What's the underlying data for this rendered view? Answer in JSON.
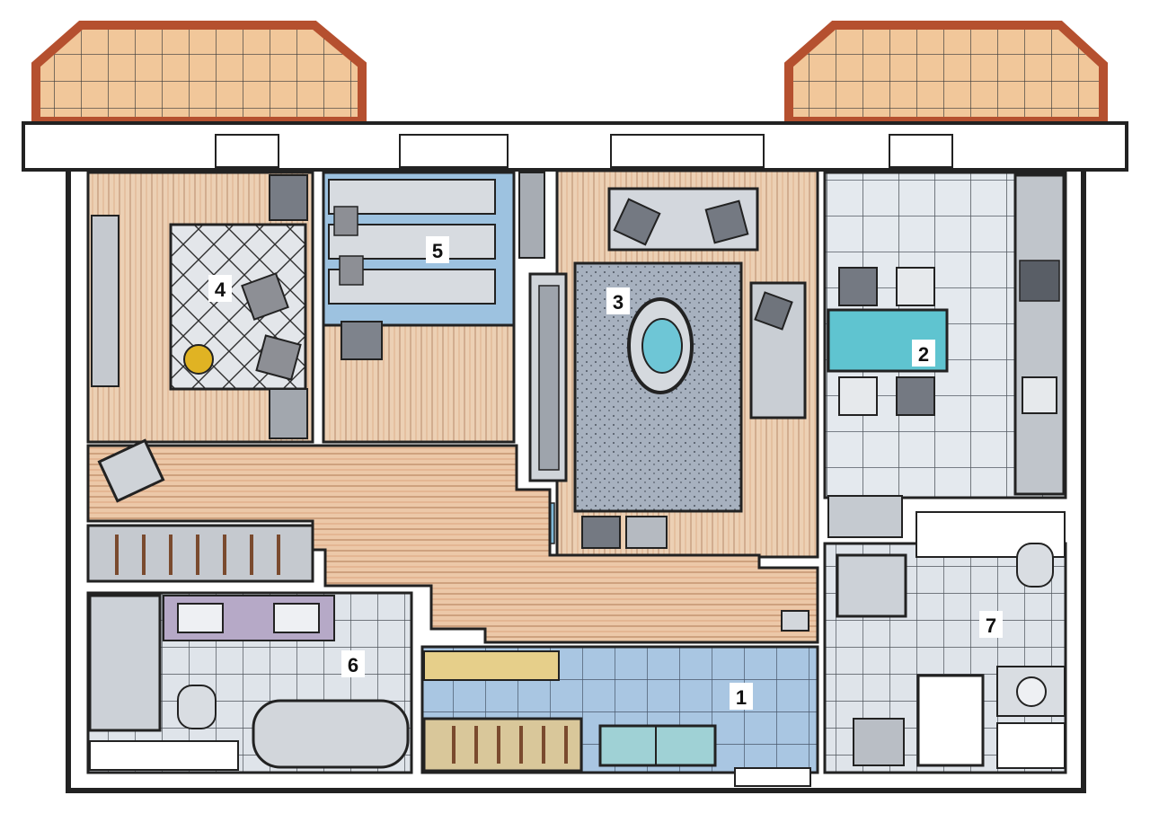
{
  "colors": {
    "wall": "#222222",
    "wood": "#e9c3a0",
    "wood_dark": "#c9764f",
    "blue": "#8fb8d8",
    "blue_light": "#bcd6ea",
    "gray": "#b7bcc4",
    "tile": "#dde4ea",
    "balcony": "#e8a77a",
    "rug": "#9ea9b8",
    "table": "#5fc4d0",
    "purple": "#b6a9c7",
    "yellow": "#e6cf8a"
  },
  "rooms": [
    {
      "id": "hall",
      "label": "1"
    },
    {
      "id": "kitchen",
      "label": "2"
    },
    {
      "id": "living",
      "label": "3"
    },
    {
      "id": "bedroom",
      "label": "4"
    },
    {
      "id": "study",
      "label": "5"
    },
    {
      "id": "bath",
      "label": "6"
    },
    {
      "id": "wc",
      "label": "7"
    }
  ]
}
